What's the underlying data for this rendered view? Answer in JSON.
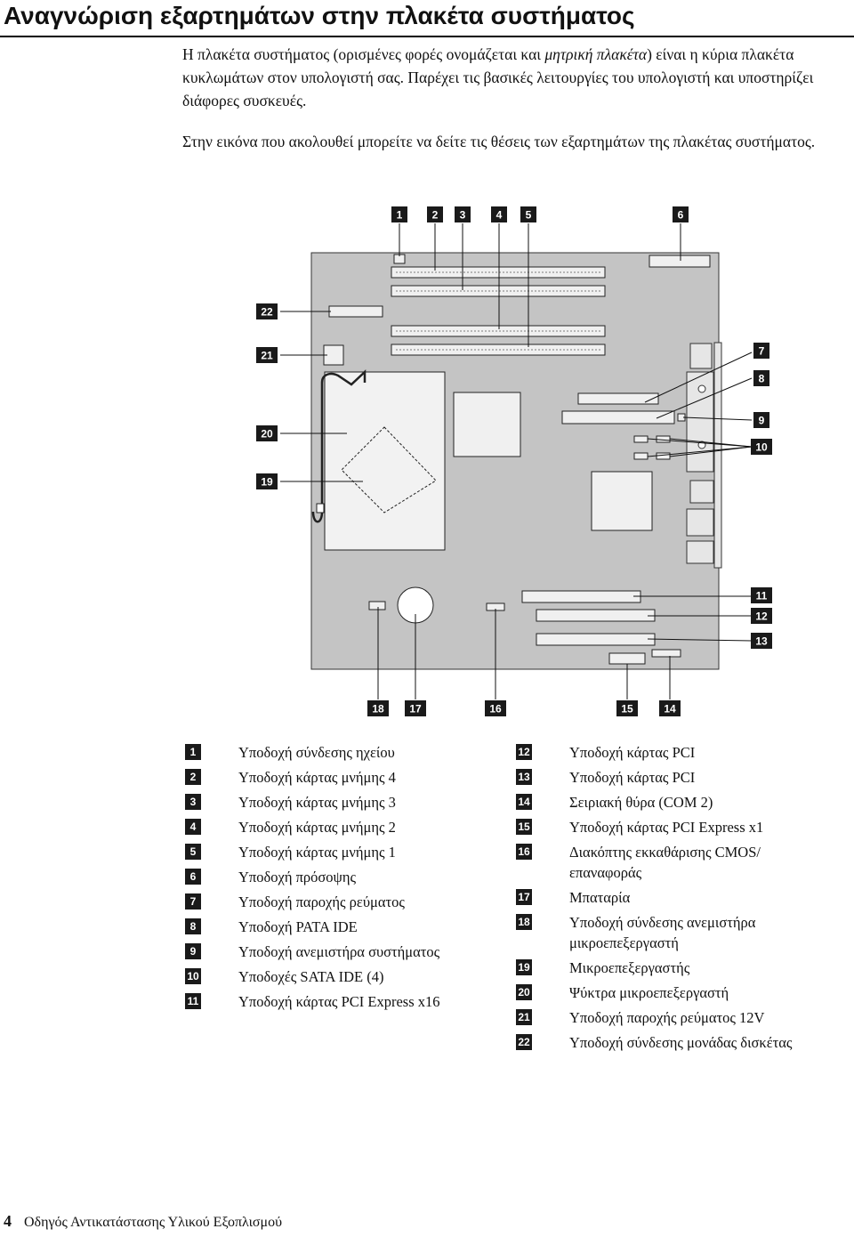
{
  "page": {
    "title": "Αναγνώριση εξαρτημάτων στην πλακέτα συστήματος",
    "intro_1_a": "Η πλακέτα συστήματος (ορισμένες φορές ονομάζεται και ",
    "intro_1_em": "μητρική πλακέτα",
    "intro_1_b": ") είναι η κύρια πλακέτα κυκλωμάτων στον υπολογιστή σας. Παρέχει τις βασικές λειτουργίες του υπολογιστή και υποστηρίζει διάφορες συσκευές.",
    "intro_2": "Στην εικόνα που ακολουθεί μπορείτε να δείτε τις θέσεις των εξαρτημάτων της πλακέτας συστήματος."
  },
  "diagram": {
    "callouts": [
      "1",
      "2",
      "3",
      "4",
      "5",
      "6",
      "7",
      "8",
      "9",
      "10",
      "11",
      "12",
      "13",
      "14",
      "15",
      "16",
      "17",
      "18",
      "19",
      "20",
      "21",
      "22"
    ]
  },
  "legend": [
    {
      "num": "1",
      "text": "Υποδοχή σύνδεσης ηχείου"
    },
    {
      "num": "2",
      "text": "Υποδοχή κάρτας μνήμης 4"
    },
    {
      "num": "3",
      "text": "Υποδοχή κάρτας μνήμης 3"
    },
    {
      "num": "4",
      "text": "Υποδοχή κάρτας μνήμης 2"
    },
    {
      "num": "5",
      "text": "Υποδοχή κάρτας μνήμης 1"
    },
    {
      "num": "6",
      "text": "Υποδοχή πρόσοψης"
    },
    {
      "num": "7",
      "text": "Υποδοχή παροχής ρεύματος"
    },
    {
      "num": "8",
      "text": "Υποδοχή PATA IDE"
    },
    {
      "num": "9",
      "text": "Υποδοχή ανεμιστήρα συστήματος"
    },
    {
      "num": "10",
      "text": "Υποδοχές SATA IDE (4)"
    },
    {
      "num": "11",
      "text": "Υποδοχή κάρτας PCI Express x16"
    },
    {
      "num": "12",
      "text": "Υποδοχή κάρτας PCI"
    },
    {
      "num": "13",
      "text": "Υποδοχή κάρτας PCI"
    },
    {
      "num": "14",
      "text": "Σειριακή θύρα (COM 2)"
    },
    {
      "num": "15",
      "text": "Υποδοχή κάρτας PCI Express x1"
    },
    {
      "num": "16",
      "text": "Διακόπτης εκκαθάρισης CMOS/επαναφοράς"
    },
    {
      "num": "17",
      "text": "Μπαταρία"
    },
    {
      "num": "18",
      "text": "Υποδοχή σύνδεσης ανεμιστήρα μικροεπεξεργαστή"
    },
    {
      "num": "19",
      "text": "Μικροεπεξεργαστής"
    },
    {
      "num": "20",
      "text": "Ψύκτρα μικροεπεξεργαστή"
    },
    {
      "num": "21",
      "text": "Υποδοχή παροχής ρεύματος 12V"
    },
    {
      "num": "22",
      "text": "Υποδοχή σύνδεσης μονάδας δισκέτας"
    }
  ],
  "footer": {
    "page_number": "4",
    "text": "Οδηγός Αντικατάστασης Υλικού Εξοπλισμού"
  },
  "colors": {
    "board": "#c4c4c4",
    "badge": "#1a1a1a",
    "text": "#111111"
  }
}
